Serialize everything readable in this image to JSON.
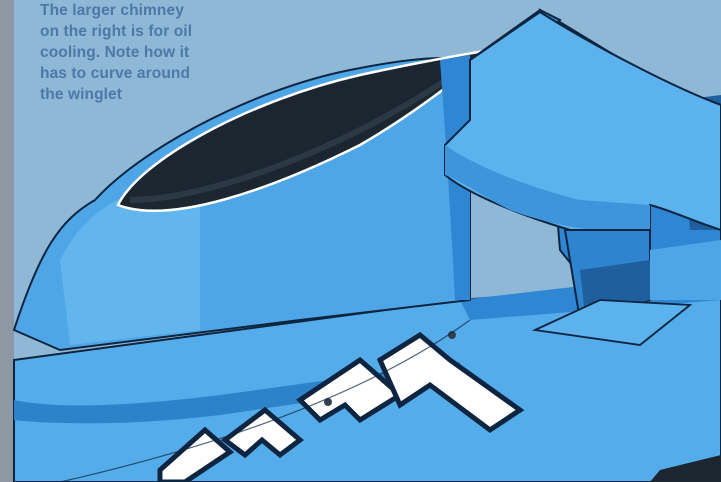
{
  "caption": {
    "lines": [
      "The larger chimney",
      "on the right is for oil",
      "cooling. Note how it",
      "has to curve around",
      "the winglet"
    ]
  },
  "illustration": {
    "subject": "racing car sidepod with chimney and winglet",
    "bodywork_text": "WIL",
    "colors": {
      "body_light": "#5fb3ec",
      "body_mid": "#3a8fd6",
      "body_dark": "#1f5f9e",
      "outline": "#0d2540",
      "intake_dark": "#1b2630",
      "left_margin_gray": "#8d98a2",
      "caption_blue": "#4b79a8"
    }
  }
}
